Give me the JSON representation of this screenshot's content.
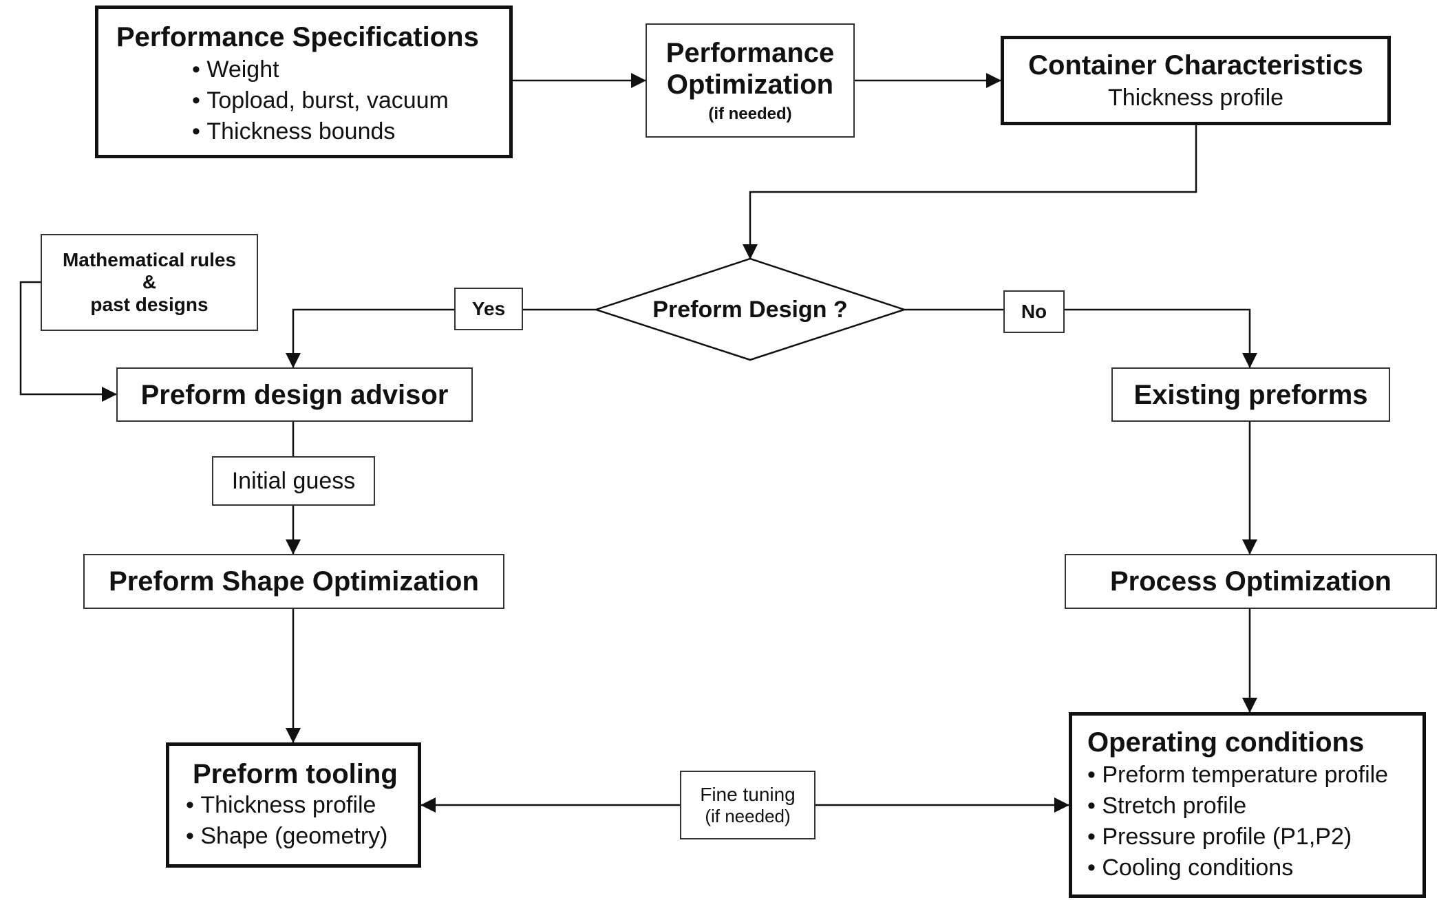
{
  "performance_specifications": {
    "title": "Performance Specifications",
    "items": [
      "Weight",
      "Topload, burst, vacuum",
      "Thickness bounds"
    ]
  },
  "performance_optimization": {
    "title_line1": "Performance",
    "title_line2": "Optimization",
    "note": "(if needed)"
  },
  "container_characteristics": {
    "title": "Container Characteristics",
    "subtitle": "Thickness profile"
  },
  "mathematical_rules": {
    "line1": "Mathematical rules",
    "line2": "&",
    "line3": "past designs"
  },
  "decision": {
    "question": "Preform Design ?",
    "yes_label": "Yes",
    "no_label": "No"
  },
  "preform_design_advisor": {
    "title": "Preform design advisor"
  },
  "existing_preforms": {
    "title": "Existing preforms"
  },
  "initial_guess": {
    "label": "Initial guess"
  },
  "preform_shape_optimization": {
    "title": "Preform Shape Optimization"
  },
  "process_optimization": {
    "title": "Process Optimization"
  },
  "preform_tooling": {
    "title": "Preform tooling",
    "items": [
      "Thickness profile",
      "Shape (geometry)"
    ]
  },
  "fine_tuning": {
    "line1": "Fine tuning",
    "line2": "(if needed)"
  },
  "operating_conditions": {
    "title": "Operating conditions",
    "items": [
      "Preform temperature profile",
      "Stretch profile",
      "Pressure profile (P1,P2)",
      "Cooling conditions"
    ]
  }
}
